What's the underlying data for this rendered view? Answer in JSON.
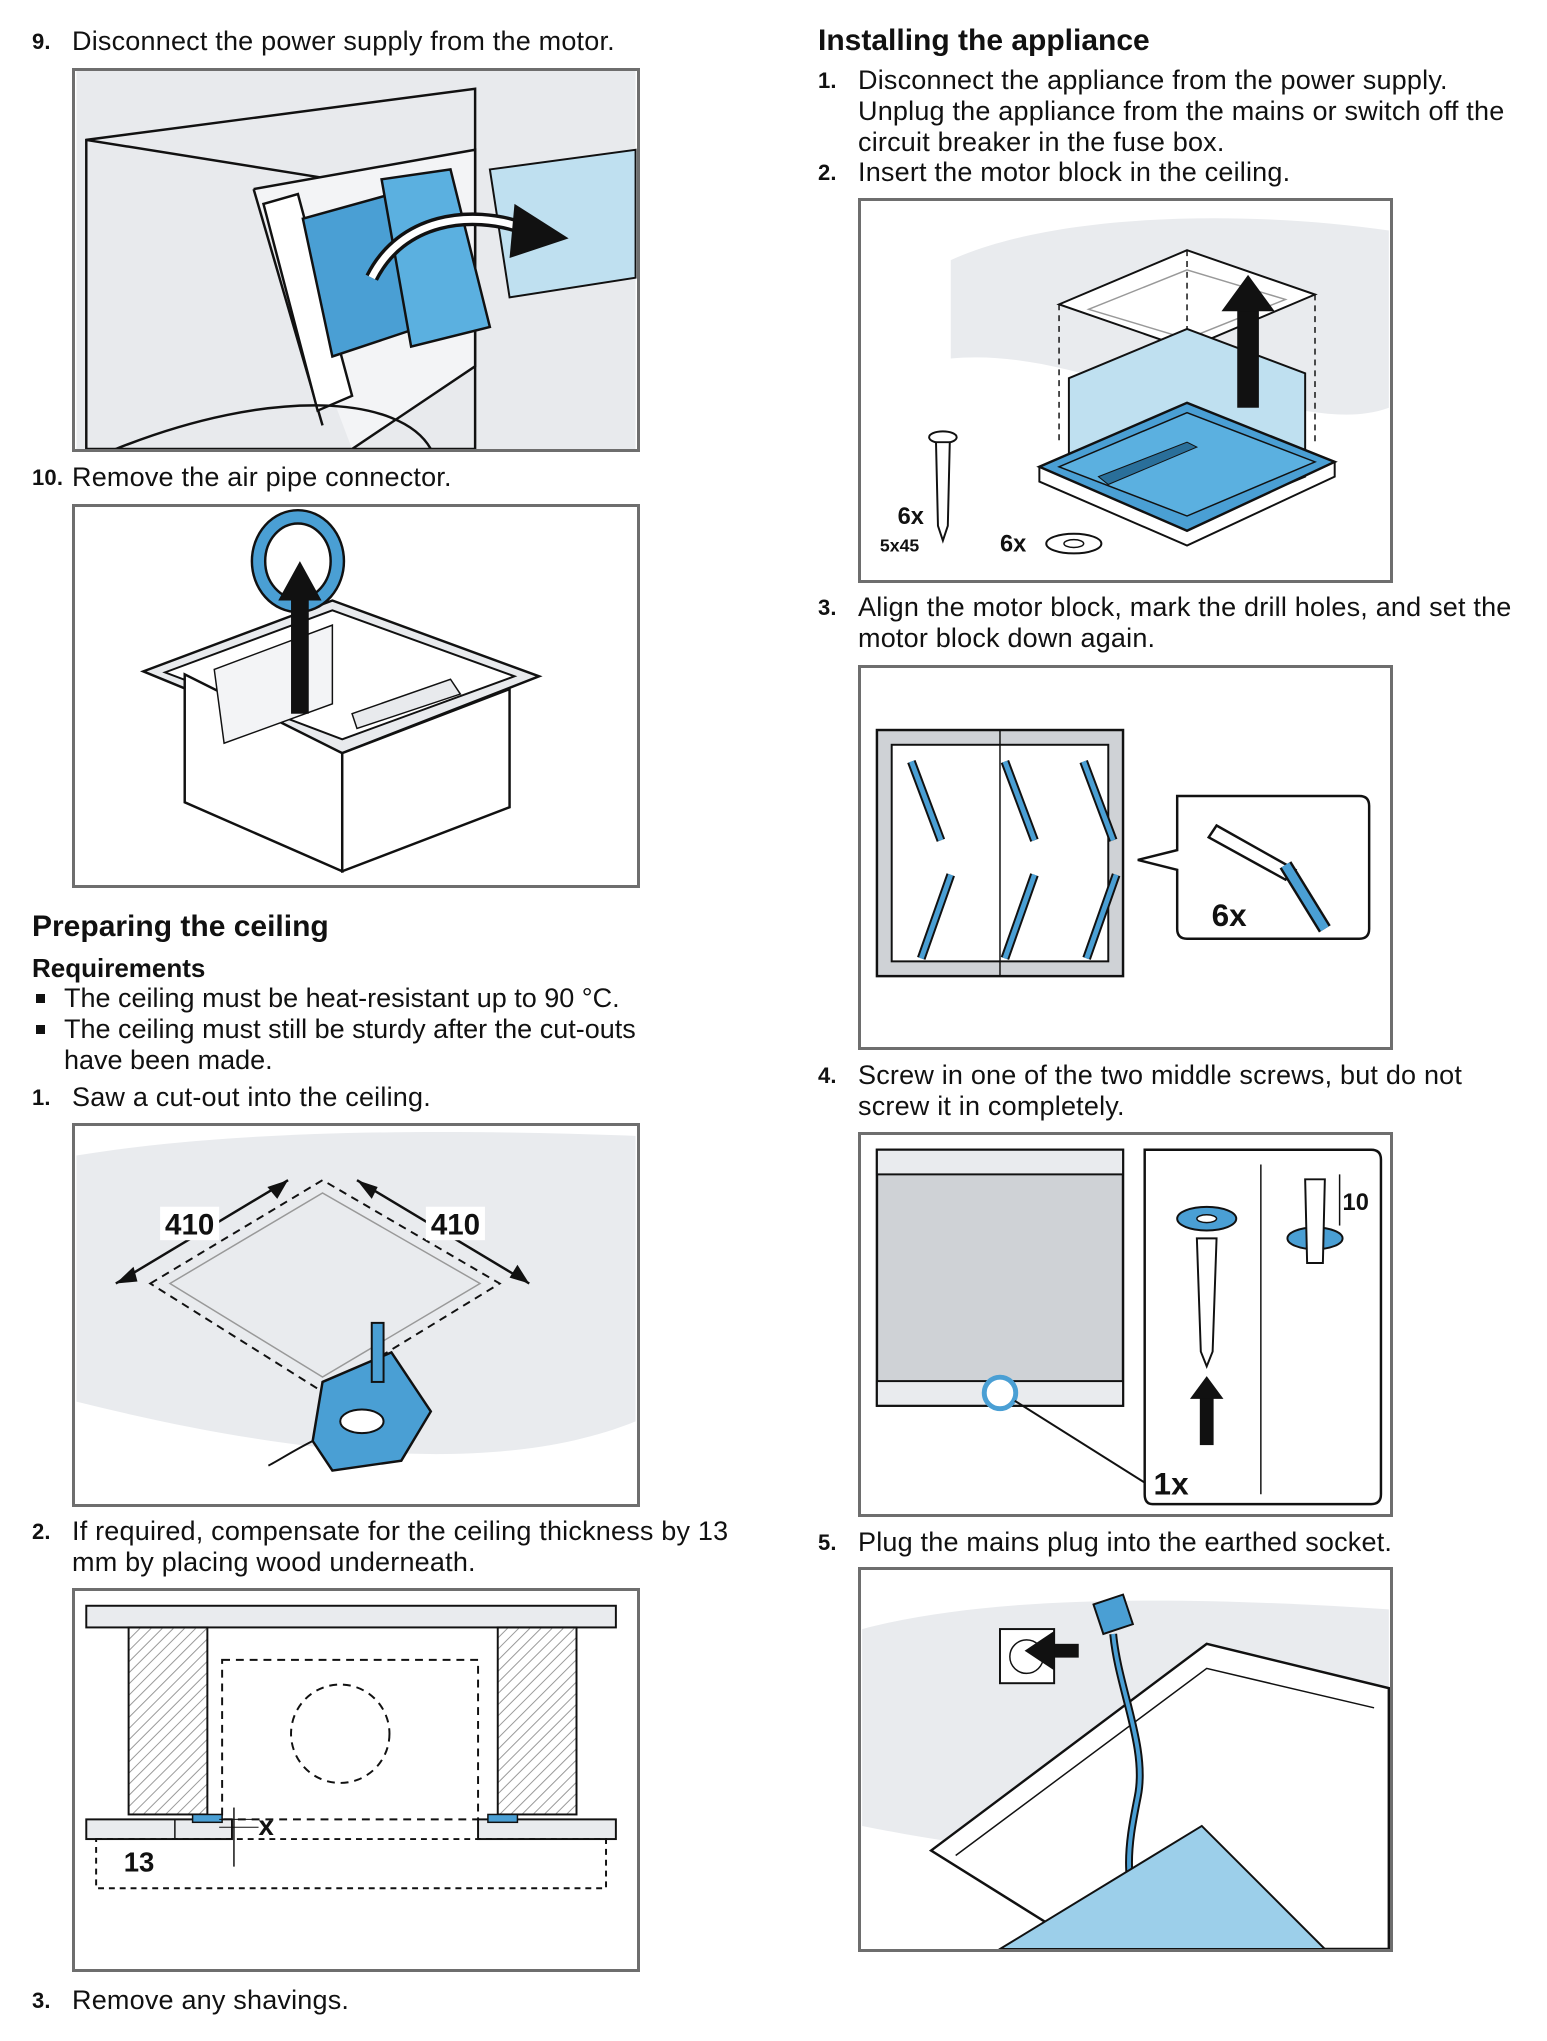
{
  "left_column": {
    "step9": {
      "number": "9.",
      "text": "Disconnect the power supply from the motor."
    },
    "step10": {
      "number": "10.",
      "text": "Remove the air pipe connector."
    },
    "section_title": "Preparing the ceiling",
    "requirements_title": "Requirements",
    "requirements": [
      "The ceiling must be heat-resistant up to 90 °C.",
      "The ceiling must still be sturdy after the cut-outs have been made."
    ],
    "steps": [
      {
        "number": "1.",
        "text": "Saw a cut-out into the ceiling."
      },
      {
        "number": "2.",
        "text": "If required, compensate for the ceiling thickness by 13 mm by placing wood underneath."
      },
      {
        "number": "3.",
        "text": "Remove any shavings."
      }
    ],
    "fig_cutout": {
      "dim_left": "410",
      "dim_right": "410"
    },
    "fig_thickness": {
      "dim_13": "13",
      "dim_x": "x"
    }
  },
  "right_column": {
    "section_title": "Installing the appliance",
    "steps": [
      {
        "number": "1.",
        "text": "Disconnect the appliance from the power supply. Unplug the appliance from the mains or switch off the circuit breaker in the fuse box."
      },
      {
        "number": "2.",
        "text": "Insert the motor block in the ceiling."
      },
      {
        "number": "3.",
        "text": "Align the motor block, mark the drill holes, and set the motor block down again."
      },
      {
        "number": "4.",
        "text": "Screw in one of the two middle screws, but do not screw it in completely."
      },
      {
        "number": "5.",
        "text": "Plug the mains plug into the earthed socket."
      }
    ],
    "fig_insert": {
      "screw_count": "6x",
      "screw_size": "5x45",
      "washer_count": "6x"
    },
    "fig_mark": {
      "count": "6x"
    },
    "fig_screw": {
      "count": "1x",
      "dim": "10"
    }
  },
  "colors": {
    "accent_blue": "#4a9fd4",
    "light_blue": "#bfe0f0",
    "ceiling_grey": "#e9ebee",
    "frame_grey": "#6e6e6e"
  }
}
